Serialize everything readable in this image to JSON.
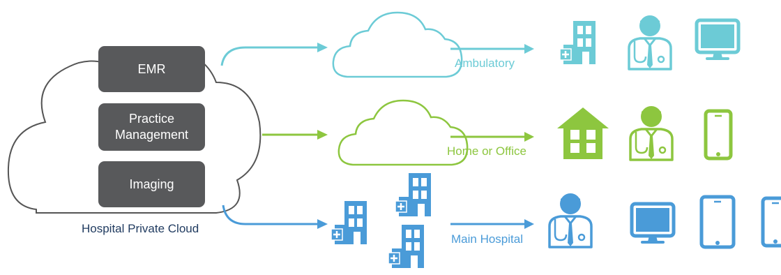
{
  "colors": {
    "teal": "#6ccbd6",
    "green": "#8dc63f",
    "blue": "#4a9bd8",
    "box": "#58595b",
    "outline": "#555555",
    "caption": "#1f3a5f"
  },
  "private_cloud": {
    "caption": "Hospital Private Cloud",
    "systems": [
      "EMR",
      "Practice\nManagement",
      "Imaging"
    ]
  },
  "destinations": [
    {
      "label": "Ambulatory",
      "color": "teal",
      "icons": [
        "clinic-building-icon",
        "doctor-icon",
        "monitor-icon"
      ]
    },
    {
      "label": "Home or Office",
      "color": "green",
      "icons": [
        "house-icon",
        "doctor-icon",
        "smartphone-icon"
      ]
    },
    {
      "label": "Main Hospital",
      "color": "blue",
      "icons": [
        "hospital-buildings-icon",
        "doctor-icon",
        "monitor-icon",
        "tablet-icon",
        "smartphone-icon"
      ]
    }
  ]
}
